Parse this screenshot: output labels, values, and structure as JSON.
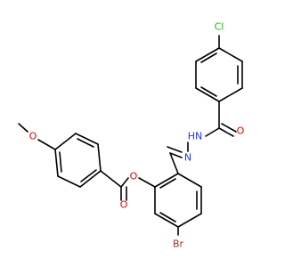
{
  "atoms": {
    "cl": {
      "label": "Cl",
      "color": "#1fb41f"
    },
    "amide_o": {
      "label": "O",
      "color": "#e60000"
    },
    "hn": {
      "label": "HN",
      "color": "#1c34f5"
    },
    "imine_n": {
      "label": "N",
      "color": "#1c34f5"
    },
    "ester_o": {
      "label": "O",
      "color": "#e60000"
    },
    "carbonyl_o": {
      "label": "O",
      "color": "#e60000"
    },
    "methoxy_o": {
      "label": "O",
      "color": "#e60000"
    },
    "br": {
      "label": "Br",
      "color": "#a52a2a"
    }
  }
}
